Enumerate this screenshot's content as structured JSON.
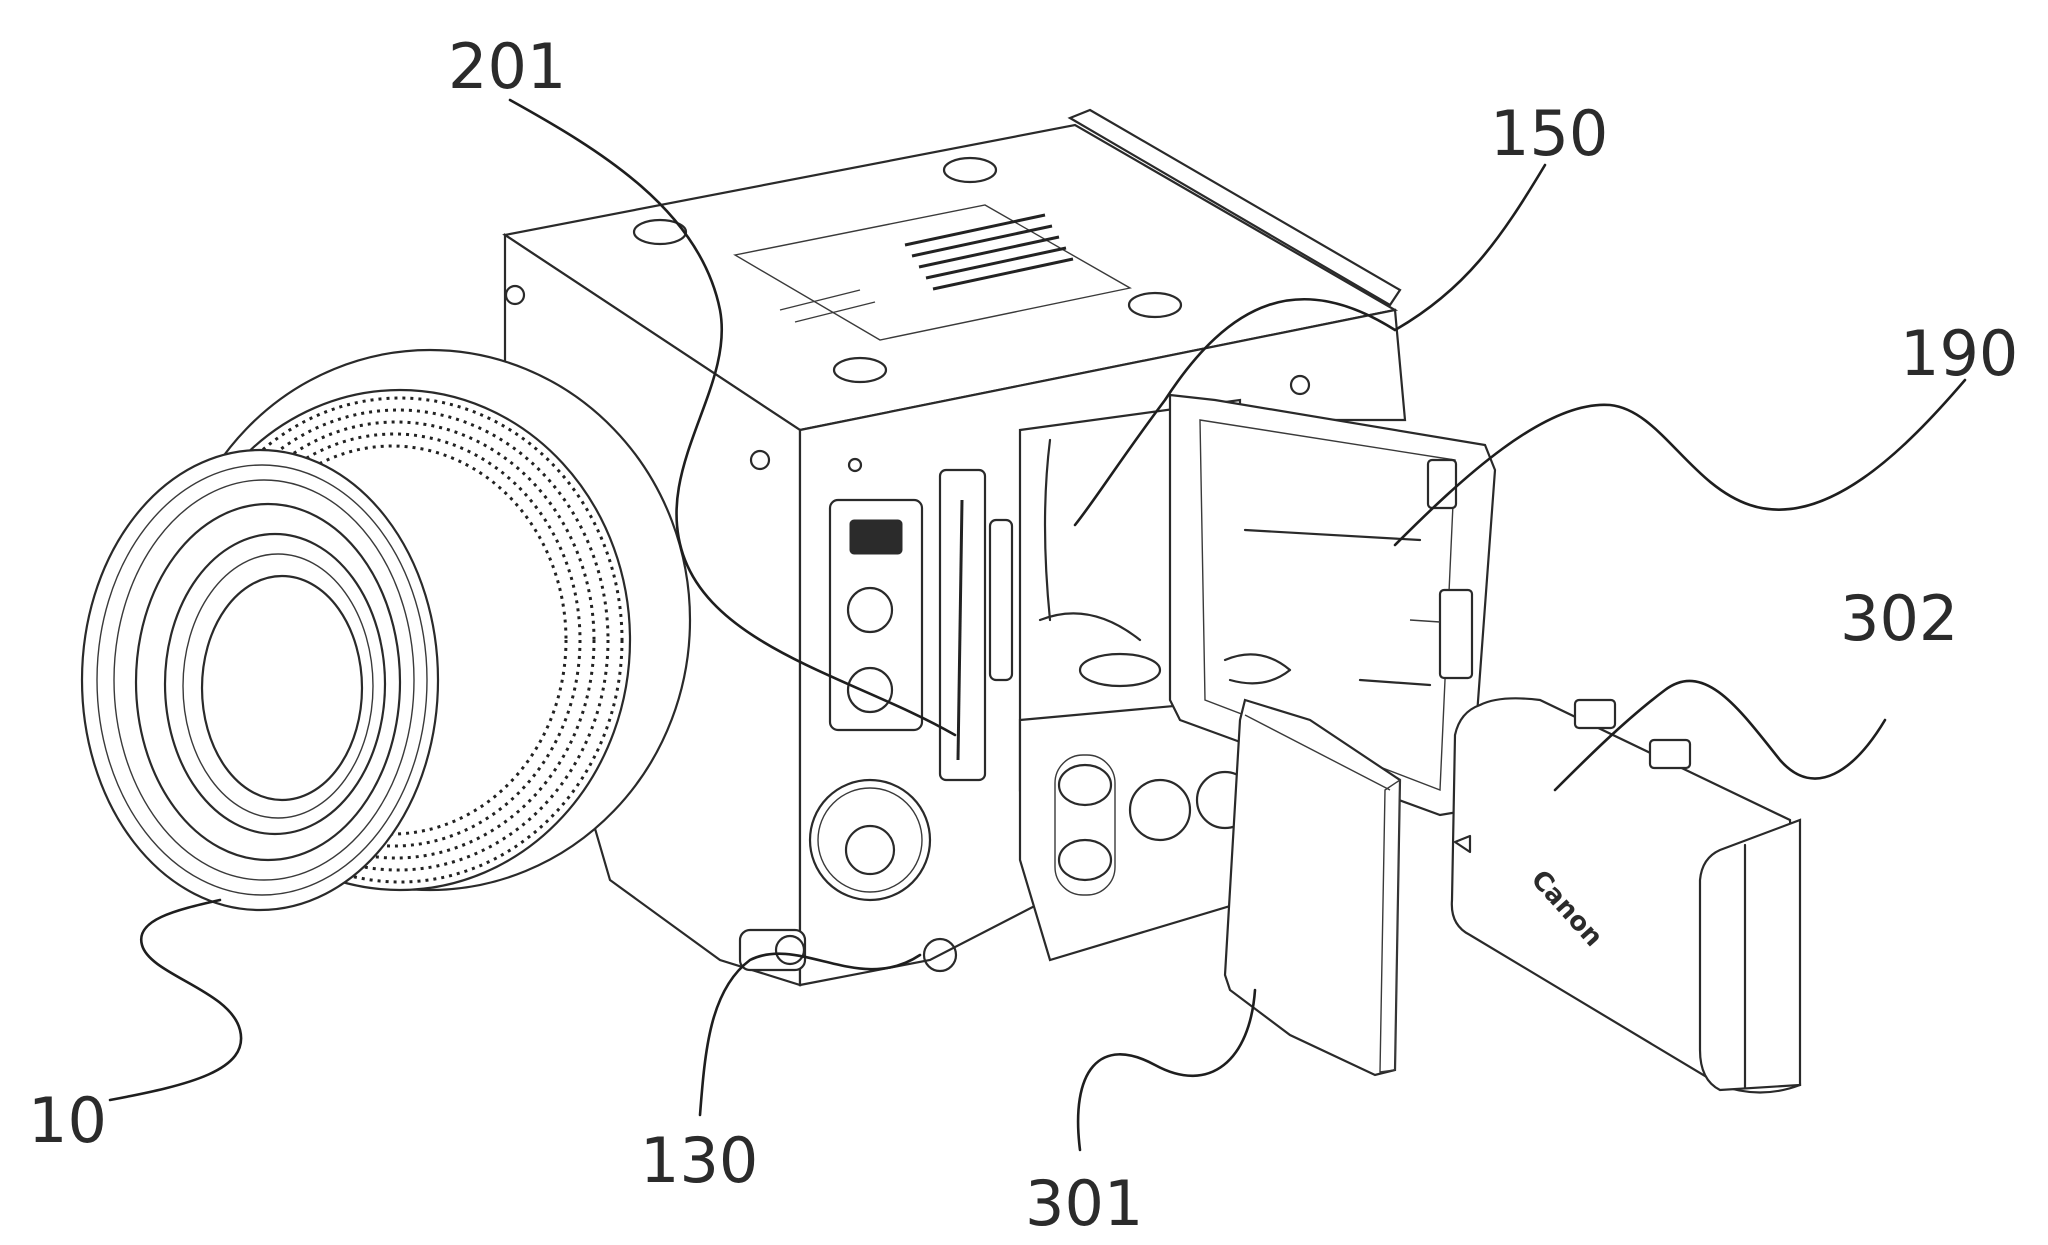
{
  "labels": {
    "ref_10": "10",
    "ref_130": "130",
    "ref_150": "150",
    "ref_190": "190",
    "ref_201": "201",
    "ref_301": "301",
    "ref_302": "302"
  },
  "battery_logo": "Canon",
  "colors": {
    "ink": "#2b2b2b",
    "paper": "#ffffff"
  }
}
